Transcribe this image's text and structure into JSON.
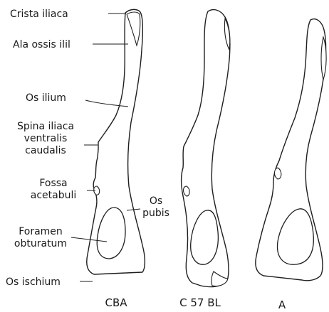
{
  "labels": {
    "crista_iliaca": "Crista iliaca",
    "ala_ossis_ilii": "Ala ossis ilil",
    "os_ilium": "Os ilium",
    "spina_line1": "Spina iliaca",
    "spina_line2": "ventralis",
    "spina_line3": "caudalis",
    "fossa_line1": "Fossa",
    "fossa_line2": "acetabuli",
    "os_pubis_line1": "Os",
    "os_pubis_line2": "pubis",
    "foramen_line1": "Foramen",
    "foramen_line2": "obturatum",
    "os_ischium": "Os ischium"
  },
  "captions": {
    "cba": "CBA",
    "c57bl": "C 57 BL",
    "a": "A"
  }
}
